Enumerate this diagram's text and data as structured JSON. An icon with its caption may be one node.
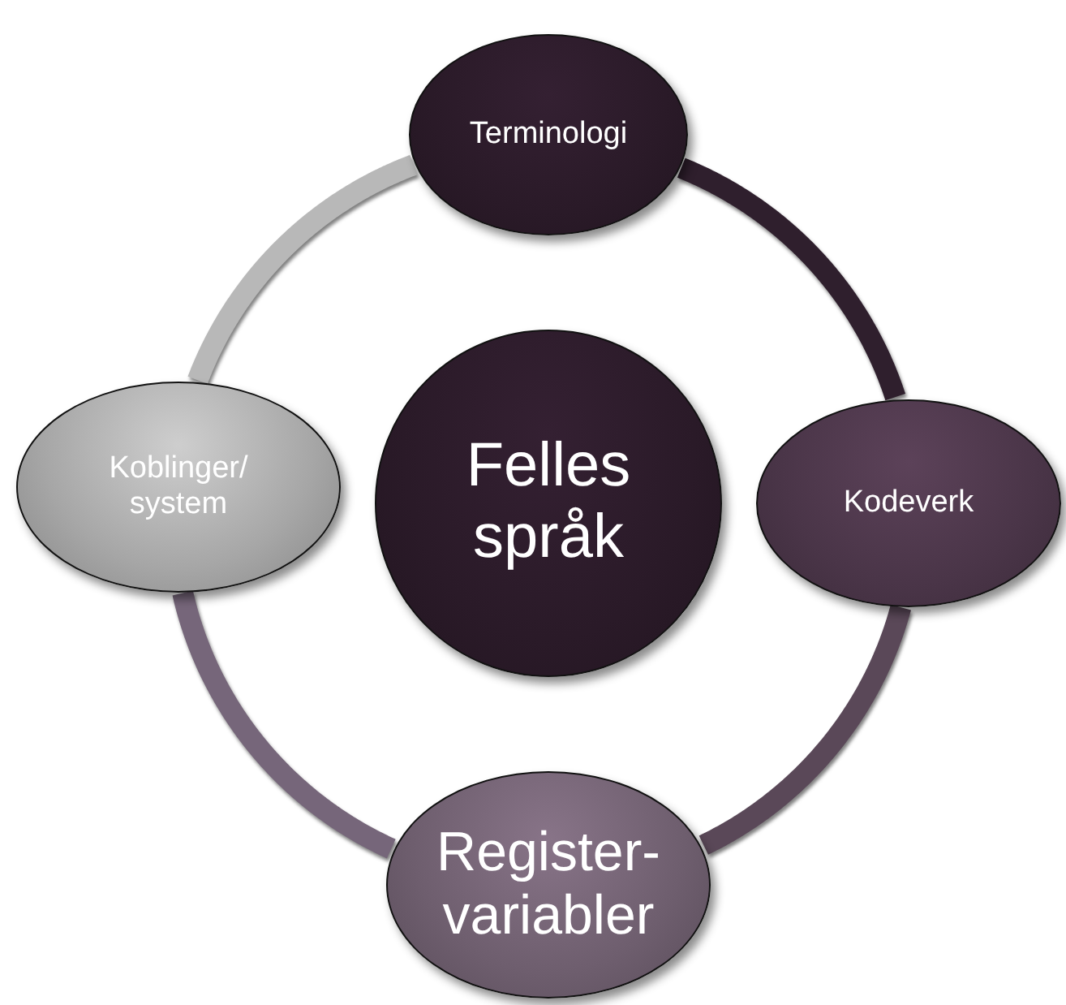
{
  "diagram": {
    "nodes": [
      {
        "text": [
          "Felles språk"
        ]
      },
      {
        "text": [
          "Terminologi"
        ]
      },
      {
        "text": [
          "Kodeverk"
        ]
      },
      {
        "text": [
          "Register- variabler"
        ]
      },
      {
        "text": [
          "Koblinger/ system"
        ]
      }
    ],
    "edges": [
      {
        "from": 1,
        "to": 2,
        "arrow": "none",
        "color": "#2f1f2d"
      },
      {
        "from": 2,
        "to": 3,
        "arrow": "none",
        "color": "#5a4858"
      },
      {
        "from": 3,
        "to": 4,
        "arrow": "none",
        "color": "#76667a"
      },
      {
        "from": 4,
        "to": 1,
        "arrow": "none",
        "color": "#b8b8b8"
      }
    ]
  }
}
